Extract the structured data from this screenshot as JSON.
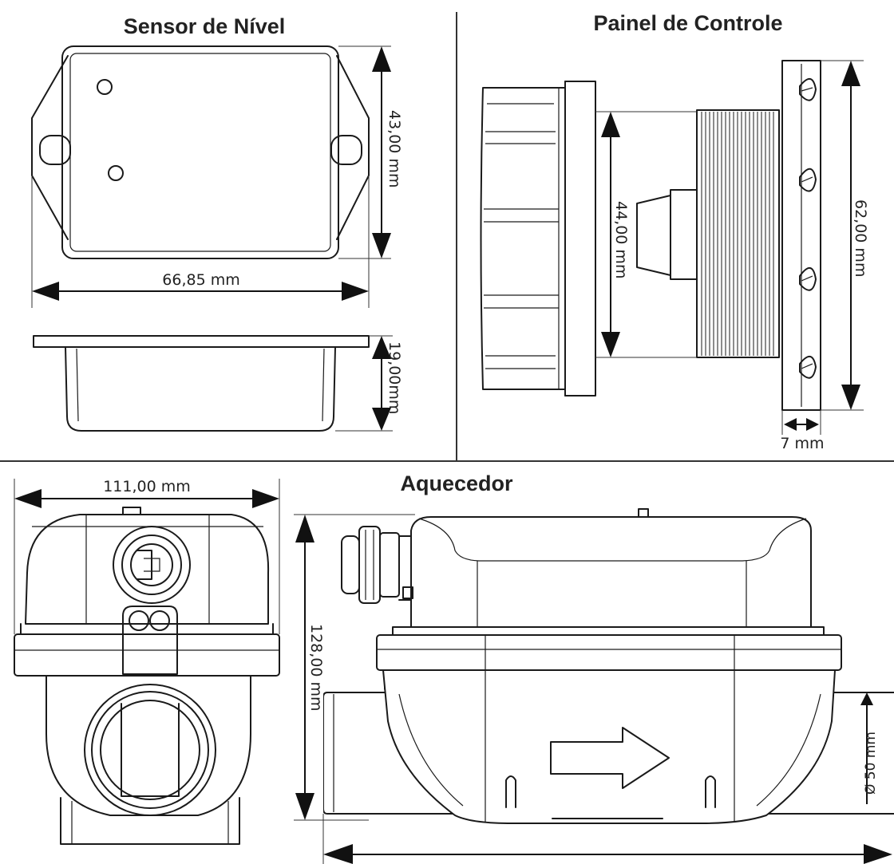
{
  "sections": {
    "sensor": {
      "title": "Sensor de Nível",
      "dim_height": "43,00 mm",
      "dim_width": "66,85 mm",
      "dim_depth": "19,00mm"
    },
    "panel": {
      "title": "Painel de Controle",
      "dim_inner": "44,00 mm",
      "dim_outer": "62,00 mm",
      "dim_thickness": "7 mm"
    },
    "heater": {
      "title": "Aquecedor",
      "dim_width": "111,00 mm",
      "dim_height": "128,00 mm",
      "dim_pipe": "Ø 50 mm"
    }
  },
  "colors": {
    "line": "#1a1a1a",
    "background": "#ffffff"
  }
}
